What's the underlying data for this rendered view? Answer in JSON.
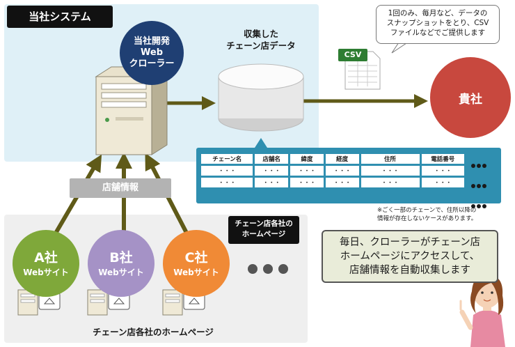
{
  "system_label": "当社システム",
  "crawler": {
    "line1": "当社開発",
    "line2": "Web",
    "line3": "クローラー"
  },
  "db_label": {
    "line1": "収集した",
    "line2": "チェーン店データ"
  },
  "speech_bubble": {
    "line1": "1回のみ、毎月など、データの",
    "line2": "スナップショットをとり、CSV",
    "line3": "ファイルなどでご提供します"
  },
  "csv_label": "CSV",
  "client": "貴社",
  "table": {
    "headers": [
      "チェーン名",
      "店舗名",
      "緯度",
      "経度",
      "住所",
      "電話番号"
    ],
    "rows": [
      [
        "・・・",
        "・・・",
        "・・・",
        "・・・",
        "・・・",
        "・・・"
      ],
      [
        "・・・",
        "・・・",
        "・・・",
        "・・・",
        "・・・",
        "・・・"
      ]
    ]
  },
  "note": {
    "line1": "※ごく一部のチェーンで、住所以降の",
    "line2": "情報が存在しないケースがあります。"
  },
  "store_info_tag": "店舗情報",
  "homepage_tag": {
    "line1": "チェーン店各社の",
    "line2": "ホームページ"
  },
  "companies": [
    {
      "name": "A社",
      "sub": "Webサイト",
      "color": "#7fa83a"
    },
    {
      "name": "B社",
      "sub": "Webサイト",
      "color": "#a592c6"
    },
    {
      "name": "C社",
      "sub": "Webサイト",
      "color": "#f08a36"
    }
  ],
  "homepage_caption": "チェーン店各社のホームページ",
  "message": {
    "line1": "毎日、クローラーがチェーン店",
    "line2": "ホームページにアクセスして、",
    "line3": "店舗情報を自動収集します"
  },
  "colors": {
    "arrow": "#5f5a18",
    "crawler_circle": "#1f3f73",
    "client_circle": "#c8483e",
    "table_bg": "#2f8fb0"
  }
}
